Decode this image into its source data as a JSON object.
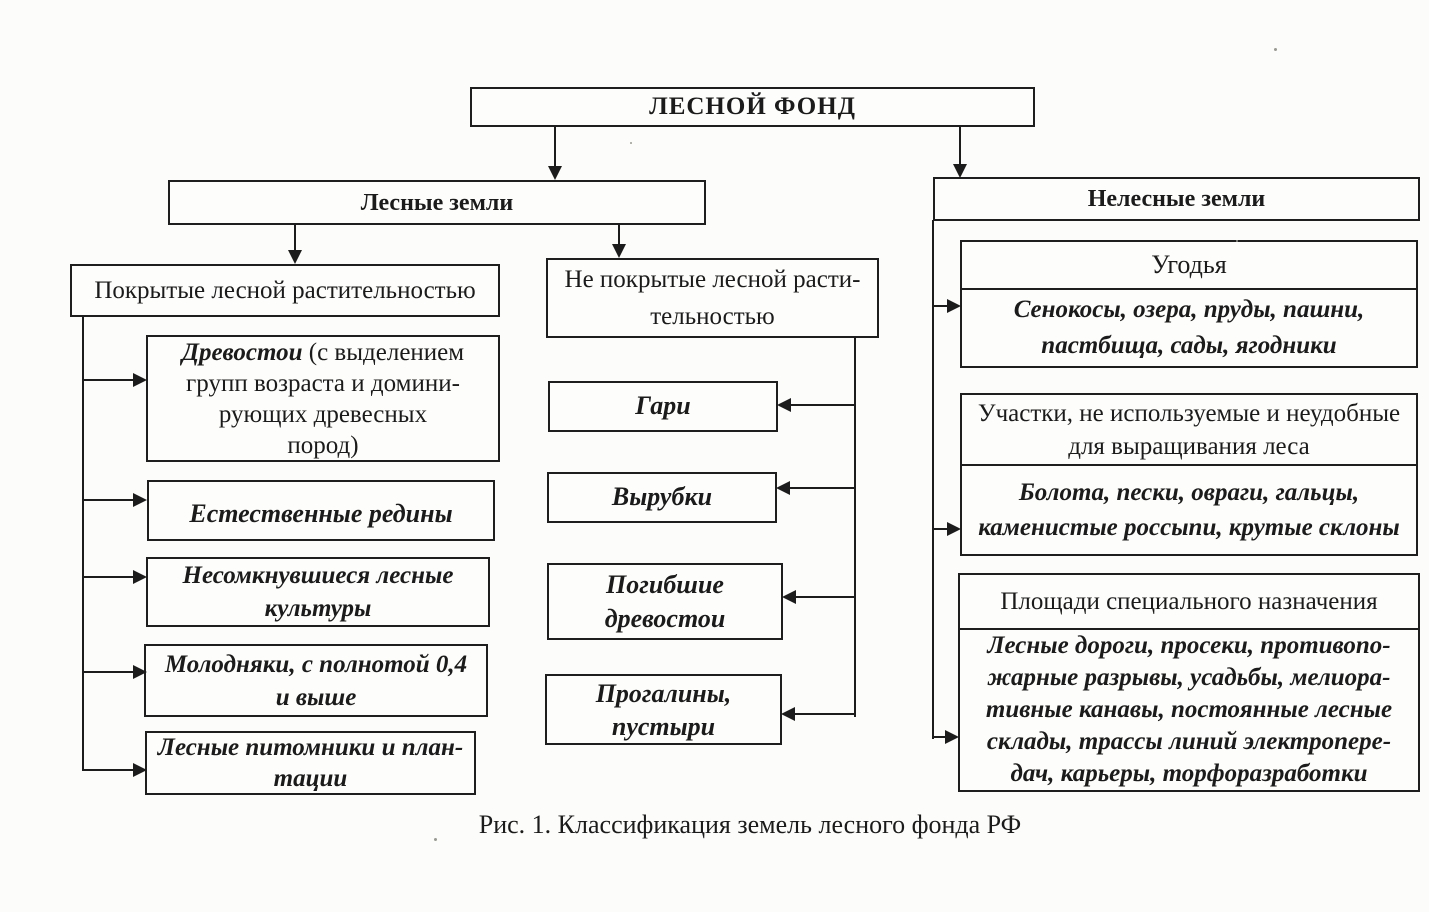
{
  "root_label": "ЛЕСНОЙ ФОНД",
  "caption": "Рис. 1. Классификация земель лесного фонда РФ",
  "colors": {
    "ink": "#1c1c1c",
    "paper": "#fcfcfa"
  },
  "forest_lands": {
    "label": "Лесные земли",
    "covered": {
      "label": "Покрытые лесной растительностью",
      "items": {
        "drevostoi_em": "Древостои",
        "drevostoi_rest": " (с выделением\nгрупп возраста и домини-\nрующих древесных\nпород)",
        "estestvennye": "Естественные редины",
        "nesomknuvshiesya": "Несомкнувшиеся лесные\nкультуры",
        "molodnyaki": "Молодняки, с полнотой 0,4\nи выше",
        "pitomniki": "Лесные питомники и план-\nтации"
      }
    },
    "uncovered": {
      "label": "Не покрытые лесной расти-\nтельностью",
      "items": {
        "gari": "Гари",
        "vyrubki": "Вырубки",
        "pogibshie": "Погибшие\nдревостои",
        "progaliny": "Прогалины,\nпустыри"
      }
    }
  },
  "nonforest_lands": {
    "label": "Нелесные земли",
    "ugodya": {
      "header": "Угодья",
      "body": "Сенокосы, озера, пруды, пашни,\nпастбища, сады, ягодники"
    },
    "uchastki": {
      "header": "Участки, не используемые и неудобные\nдля выращивания леса",
      "body": "Болота, пески, овраги, гальцы,\nкаменистые россыпи, крутые склоны"
    },
    "ploshchadi": {
      "header": "Площади специального назначения",
      "body": "Лесные дороги, просеки, противопо-\nжарные разрывы, усадьбы, мелиора-\nтивные канавы, постоянные лесные\nсклады, трассы линий электропере-\nдач, карьеры, торфоразработки"
    }
  }
}
